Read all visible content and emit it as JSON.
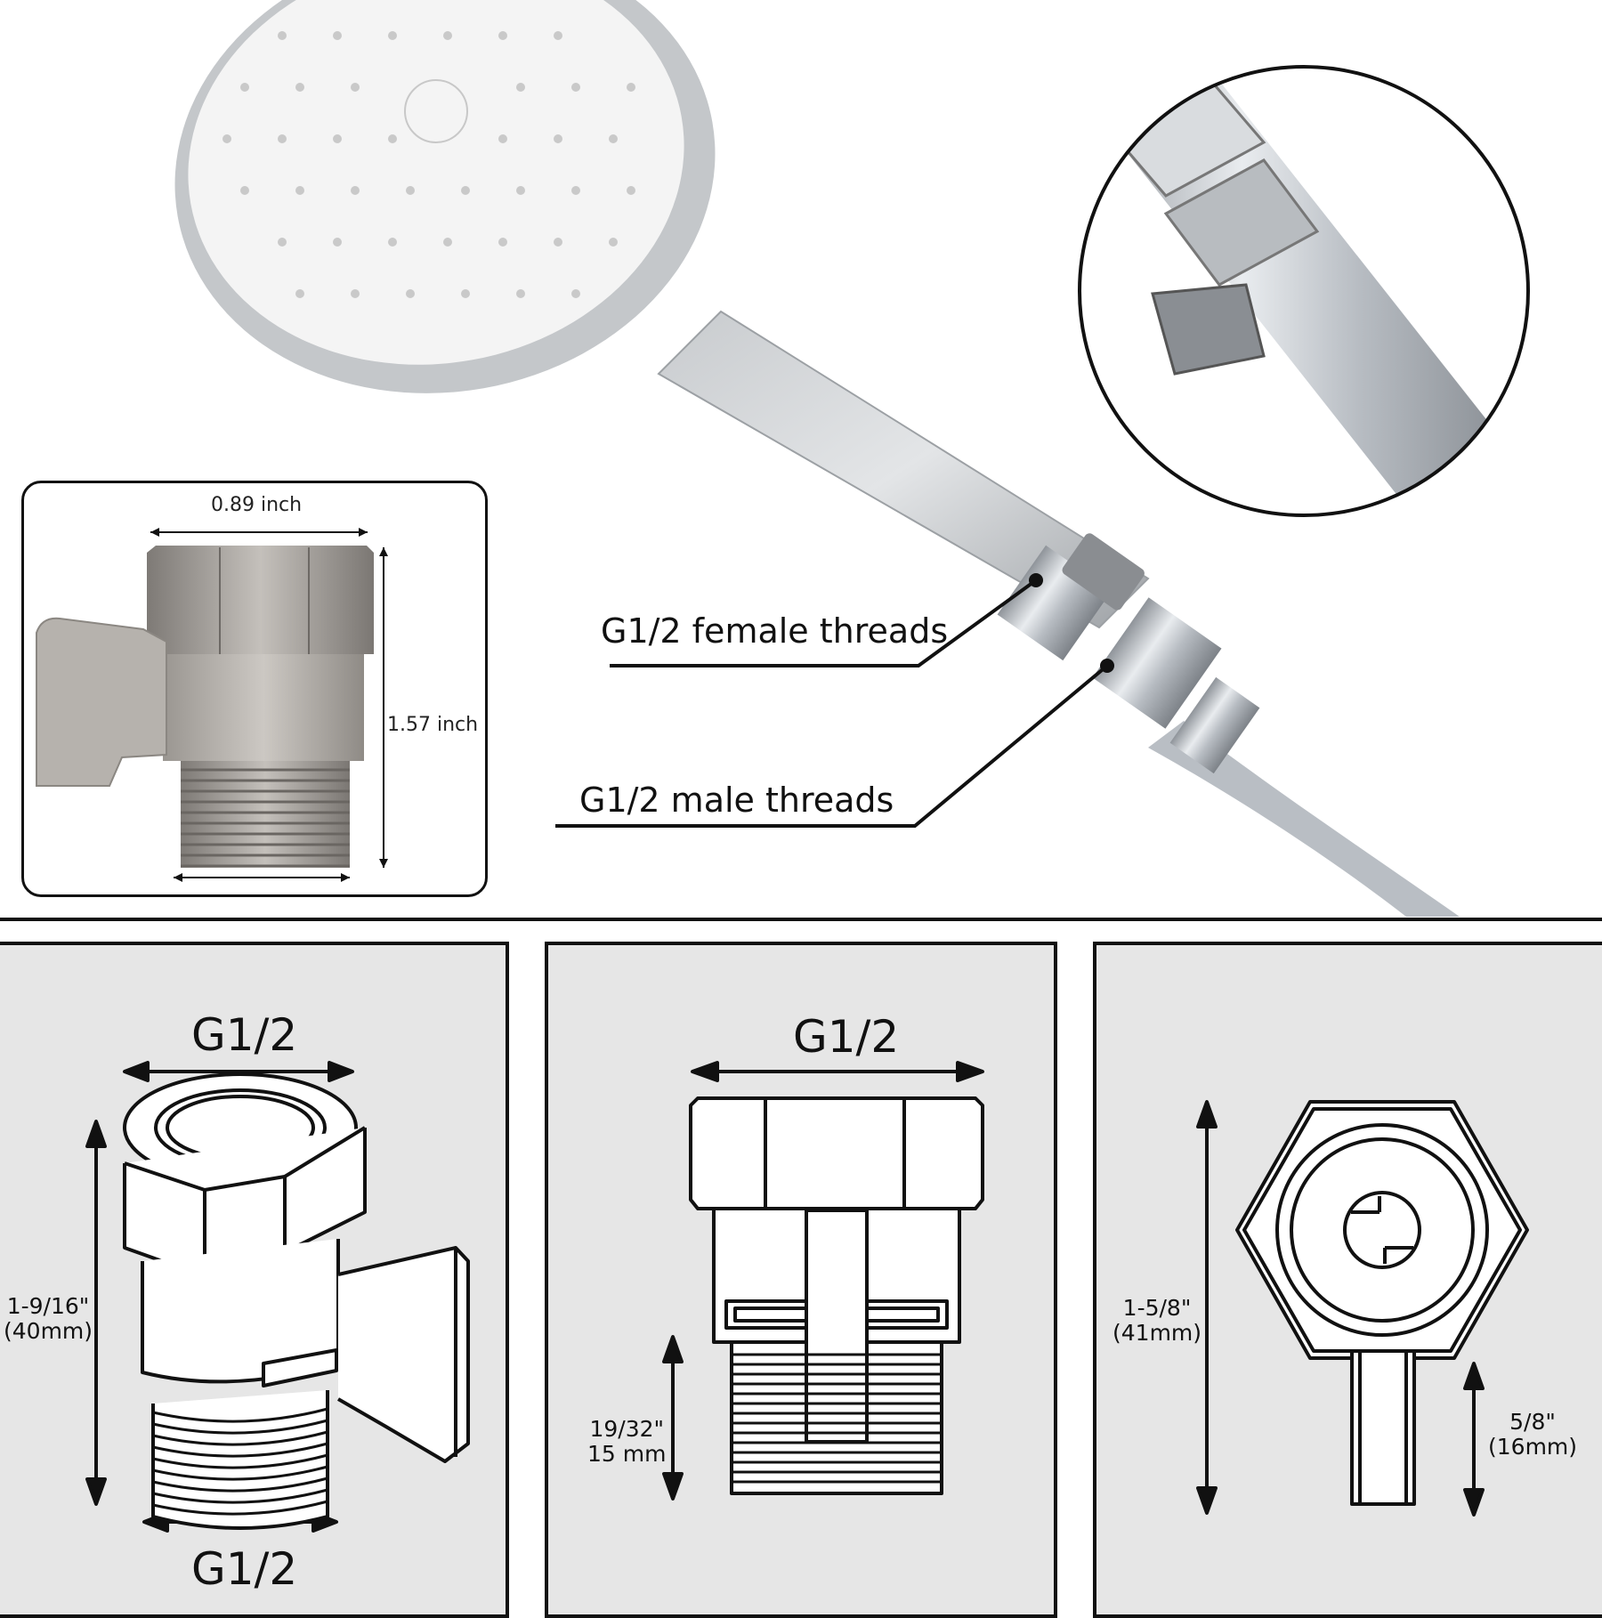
{
  "photo": {
    "inset": {
      "width_label": "0.89 inch",
      "height_label": "1.57 inch"
    },
    "callouts": {
      "female": "G1/2 female threads",
      "male": "G1/2 male threads"
    }
  },
  "diagrams": {
    "perspective": {
      "top_label": "G1/2",
      "bottom_label": "G1/2",
      "height_label_line1": "1-9/16\"",
      "height_label_line2": "(40mm)"
    },
    "front": {
      "top_label": "G1/2",
      "thread_label_line1": "19/32\"",
      "thread_label_line2": "15 mm"
    },
    "top": {
      "height_label_line1": "1-5/8\"",
      "height_label_line2": "(41mm)",
      "handle_label_line1": "5/8\"",
      "handle_label_line2": "(16mm)"
    }
  },
  "colors": {
    "panel_bg": "#e6e6e6",
    "outline": "#111111",
    "chrome": "#b8bcc2",
    "brushed_nickel": "#a7a39e"
  }
}
